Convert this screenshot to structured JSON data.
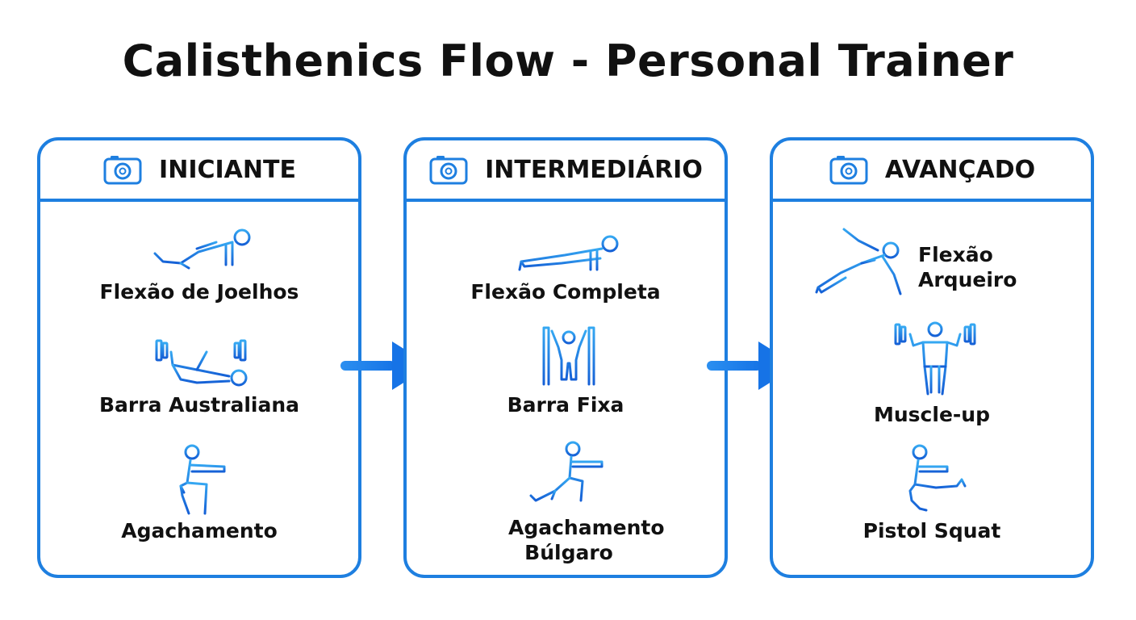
{
  "title": "Calisthenics Flow - Personal Trainer",
  "colors": {
    "accent": "#1e7fe0",
    "text": "#111111"
  },
  "levels": [
    {
      "label": "INICIANTE",
      "icon": "camera-icon",
      "exercises": [
        {
          "name": "Flexão de Joelhos",
          "icon": "knee-pushup-icon"
        },
        {
          "name": "Barra Australiana",
          "icon": "australian-row-icon"
        },
        {
          "name": "Agachamento",
          "icon": "squat-icon"
        }
      ]
    },
    {
      "label": "INTERMEDIÁRIO",
      "icon": "camera-icon",
      "exercises": [
        {
          "name": "Flexão Completa",
          "icon": "full-pushup-icon"
        },
        {
          "name": "Barra Fixa",
          "icon": "pullup-icon"
        },
        {
          "name": "Agachamento Búlgaro",
          "icon": "bulgarian-squat-icon"
        }
      ]
    },
    {
      "label": "AVANÇADO",
      "icon": "camera-icon",
      "exercises": [
        {
          "name": "Flexão Arqueiro",
          "icon": "archer-pushup-icon"
        },
        {
          "name": "Muscle-up",
          "icon": "muscle-up-icon"
        },
        {
          "name": "Pistol Squat",
          "icon": "pistol-squat-icon"
        }
      ]
    }
  ]
}
